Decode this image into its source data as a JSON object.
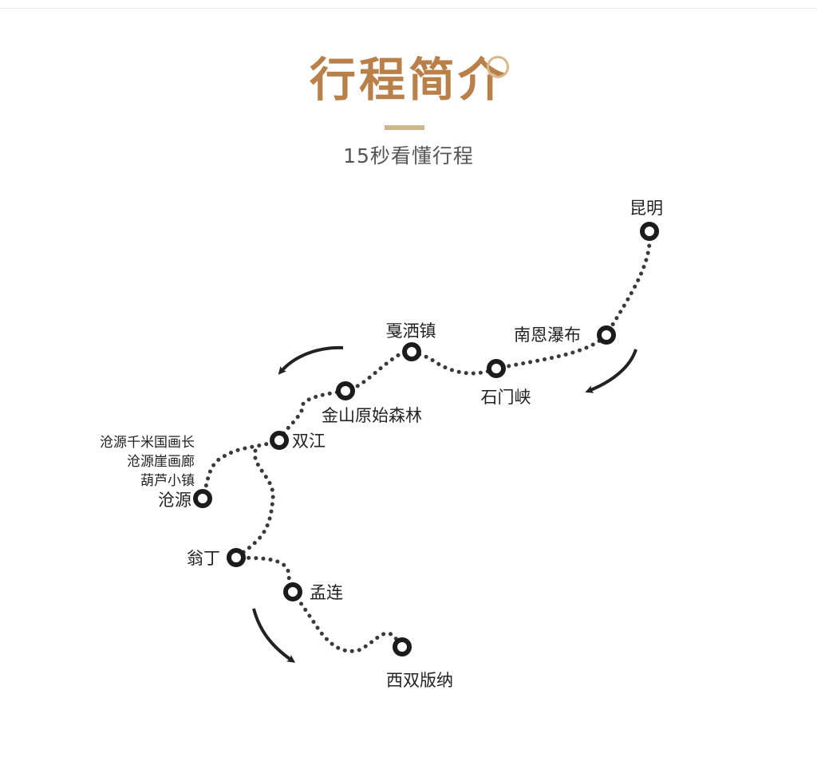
{
  "header": {
    "title": "行程简介",
    "subtitle": "15秒看懂行程"
  },
  "colors": {
    "title": "#b9804a",
    "accent_bar": "#cdb68c",
    "route": "#3a3a3a",
    "stop": "#1c1c1c"
  },
  "route": {
    "stops": [
      {
        "id": "kunming",
        "label": "昆明"
      },
      {
        "id": "nanen-waterfall",
        "label": "南恩瀑布"
      },
      {
        "id": "shimenxia",
        "label": "石门峡"
      },
      {
        "id": "mangjiu-town",
        "label": "戛洒镇"
      },
      {
        "id": "jinshan-forest",
        "label": "金山原始森林"
      },
      {
        "id": "shuangjiang",
        "label": "双江"
      },
      {
        "id": "cangyuan",
        "label": "沧源"
      },
      {
        "id": "wengding",
        "label": "翁丁"
      },
      {
        "id": "menglian",
        "label": "孟连"
      },
      {
        "id": "xishuangbanna",
        "label": "西双版纳"
      }
    ],
    "cangyuan_notes": [
      "沧源千米国画长",
      "沧源崖画廊",
      "葫芦小镇"
    ]
  }
}
